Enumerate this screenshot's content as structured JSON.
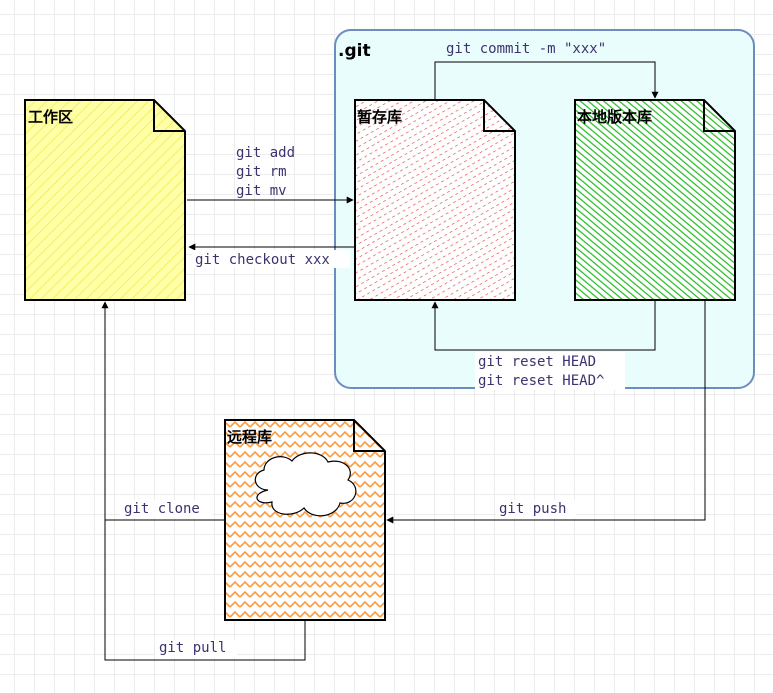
{
  "git_group": {
    "title": ".git"
  },
  "nodes": {
    "workspace": {
      "label": "工作区",
      "fill": "#ffff88",
      "stroke": "#000000"
    },
    "staging": {
      "label": "暂存库",
      "fill": "#e83a3a",
      "stroke": "#000000"
    },
    "local_repo": {
      "label": "本地版本库",
      "fill": "#22cc22",
      "stroke": "#000000"
    },
    "remote_repo": {
      "label": "远程库",
      "fill": "#ff9933",
      "stroke": "#000000"
    }
  },
  "edges": {
    "add": {
      "lines": [
        "git add",
        "git rm",
        "git mv"
      ]
    },
    "checkout": {
      "label": "git checkout xxx"
    },
    "commit": {
      "label": "git commit -m \"xxx\""
    },
    "reset": {
      "lines": [
        "git reset HEAD",
        "git reset HEAD^"
      ]
    },
    "push": {
      "label": "git push"
    },
    "clone": {
      "label": "git clone"
    },
    "pull": {
      "label": "git pull"
    }
  },
  "colors": {
    "git_group_bg": "#e9fdfd",
    "git_group_border": "#6c8ebf",
    "edge_text": "#3d3270",
    "arrow": "#000000"
  }
}
